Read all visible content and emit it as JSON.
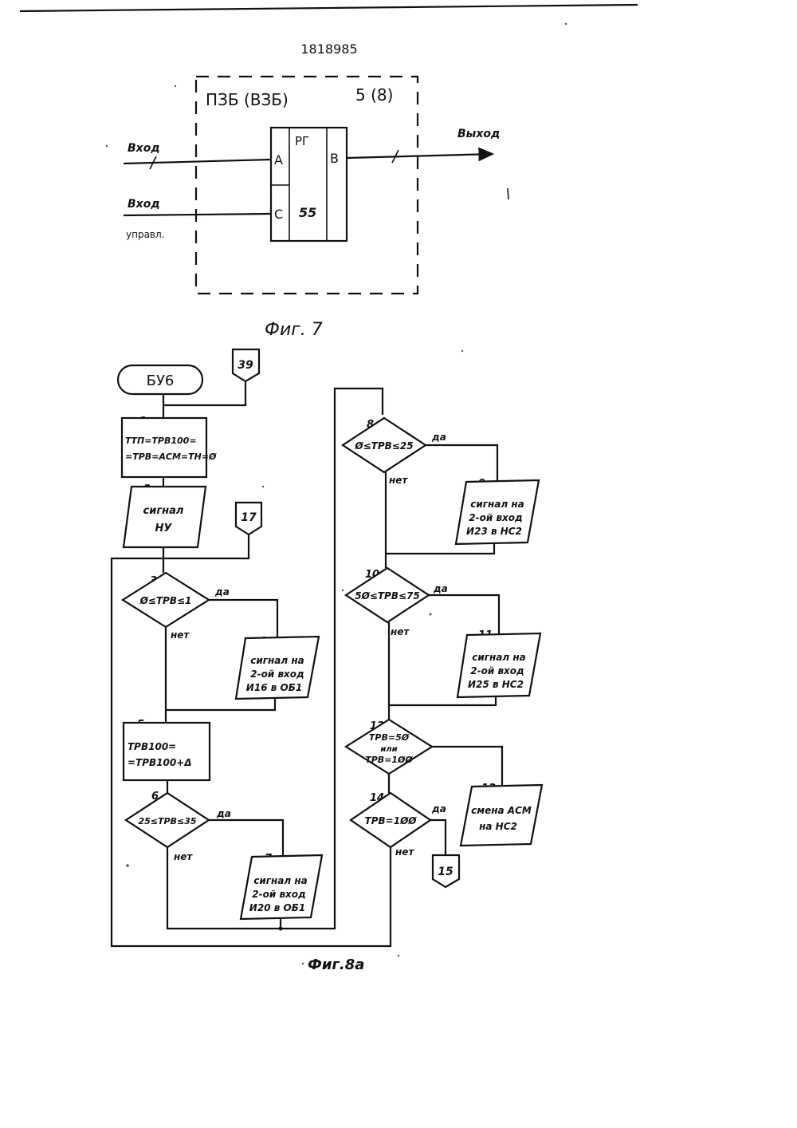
{
  "patent_number": "1818985",
  "fig7": {
    "block_title": "ПЗБ (ВЗБ)",
    "block_number": "5 (8)",
    "input1_label": "Вход",
    "input2_label": "Вход",
    "input2_sub": "управл.",
    "output_label": "Выход",
    "register_label": "РГ",
    "register_number": "55",
    "port_a": "А",
    "port_c": "С",
    "port_b": "В",
    "caption": "Фиг. 7"
  },
  "fig8a": {
    "caption": "Фиг.8а",
    "start_label": "БУ6",
    "connectors": {
      "c39": "39",
      "c17": "17",
      "c15": "15"
    },
    "yes": "да",
    "no": "нет",
    "blocks": {
      "b1_num": "1",
      "b1_line1": "ТТП=ТРВ100=",
      "b1_line2": "=ТРВ=АСМ=ТН=Ø",
      "b2_num": "2",
      "b2_line1": "сигнал",
      "b2_line2": "НУ",
      "b3_num": "3",
      "b3_text": "Ø≤ТРВ≤1",
      "b4_num": "4",
      "b4_line1": "сигнал на",
      "b4_line2": "2-ой вход",
      "b4_line3": "И16 в ОБ1",
      "b5_num": "5",
      "b5_line1": "ТРВ100=",
      "b5_line2": "=ТРВ100+Δ",
      "b6_num": "6",
      "b6_text": "25≤ТРВ≤35",
      "b7_num": "7",
      "b7_line1": "сигнал на",
      "b7_line2": "2-ой вход",
      "b7_line3": "И20 в ОБ1",
      "b8_num": "8",
      "b8_text": "Ø≤ТРВ≤25",
      "b9_num": "9",
      "b9_line1": "сигнал на",
      "b9_line2": "2-ой вход",
      "b9_line3": "И23 в НС2",
      "b10_num": "10",
      "b10_text": "5Ø≤ТРВ≤75",
      "b11_num": "11",
      "b11_line1": "сигнал на",
      "b11_line2": "2-ой вход",
      "b11_line3": "И25 в НС2",
      "b12_num": "12",
      "b12_line1": "ТРВ=5Ø",
      "b12_line2": "или",
      "b12_line3": "ТРВ=1ØØ",
      "b13_num": "13",
      "b13_line1": "смена АСМ",
      "b13_line2": "на НС2",
      "b14_num": "14",
      "b14_text": "ТРВ=1ØØ"
    }
  }
}
